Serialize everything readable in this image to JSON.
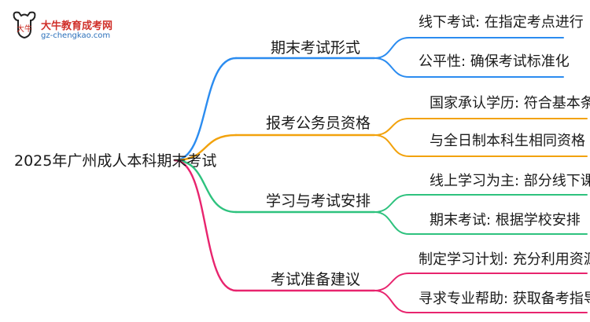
{
  "logo": {
    "title": "大牛教育成考网",
    "url": "gz-chengkao.com",
    "mark_text": "大牛"
  },
  "root": {
    "label": "2025年广州成人本科期末考试"
  },
  "branches": [
    {
      "label": "期末考试形式",
      "color": "#2b8cf0",
      "leaves": [
        "线下考试: 在指定考点进行",
        "公平性: 确保考试标准化"
      ]
    },
    {
      "label": "报考公务员资格",
      "color": "#f2a20c",
      "leaves": [
        "国家承认学历: 符合基本条件",
        "与全日制本科生相同资格"
      ]
    },
    {
      "label": "学习与考试安排",
      "color": "#2ec27e",
      "leaves": [
        "线上学习为主: 部分线下课程",
        "期末考试: 根据学校安排"
      ]
    },
    {
      "label": "考试准备建议",
      "color": "#e8246e",
      "leaves": [
        "制定学习计划: 充分利用资源",
        "寻求专业帮助: 获取备考指导"
      ]
    }
  ]
}
